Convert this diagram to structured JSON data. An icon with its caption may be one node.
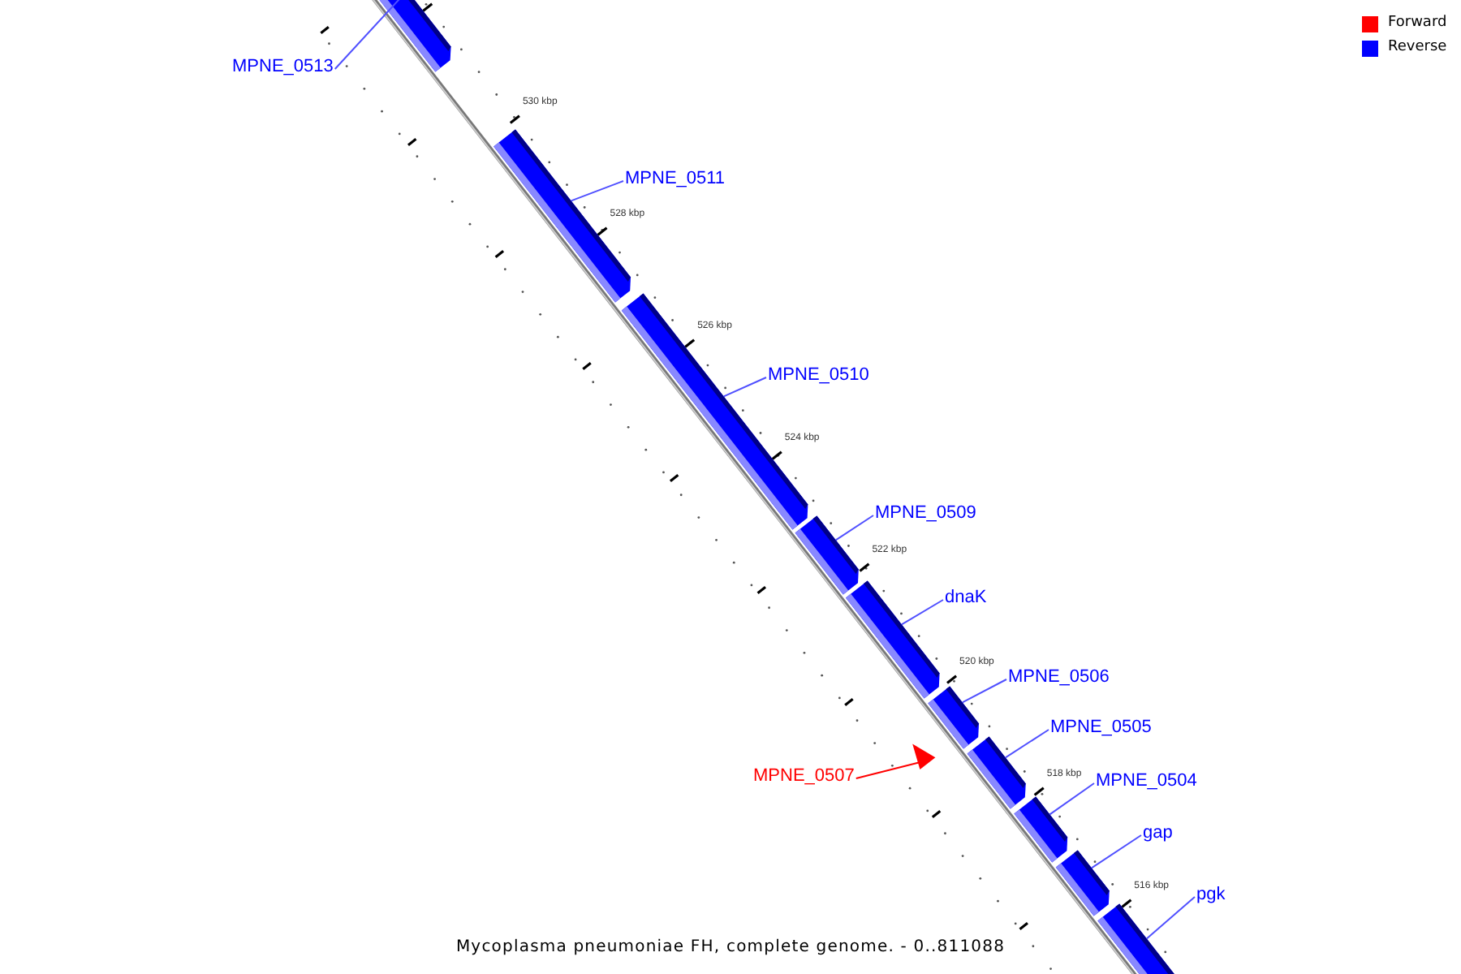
{
  "diagram": {
    "caption": "Mycoplasma pneumoniae FH, complete genome. - 0..811088",
    "nodes": [
      {
        "text": [
          "MPNE_0513"
        ]
      },
      {
        "text": [],
        "shape": "bar"
      },
      {
        "text": [
          "MPNE_0511"
        ]
      },
      {
        "text": [],
        "shape": "bar"
      },
      {
        "text": [
          "MPNE_0510"
        ]
      },
      {
        "text": [],
        "shape": "bar"
      },
      {
        "text": [
          "MPNE_0509"
        ]
      },
      {
        "text": [],
        "shape": "bar"
      },
      {
        "text": [
          "dnaK"
        ]
      },
      {
        "text": [],
        "shape": "bar"
      },
      {
        "text": [
          "MPNE_0506"
        ]
      },
      {
        "text": [],
        "shape": "bar"
      },
      {
        "text": [
          "MPNE_0505"
        ]
      },
      {
        "text": [],
        "shape": "bar"
      },
      {
        "text": [
          "MPNE_0507"
        ]
      },
      {
        "text": [],
        "shape": "bar"
      },
      {
        "text": [
          "MPNE_0504"
        ]
      },
      {
        "text": [],
        "shape": "bar"
      },
      {
        "text": [
          "gap"
        ]
      },
      {
        "text": [],
        "shape": "bar"
      },
      {
        "text": [
          "pgk"
        ]
      },
      {
        "text": [],
        "shape": "bar"
      }
    ],
    "edges": [
      {
        "from": 0,
        "to": 1,
        "arrow": "none"
      },
      {
        "from": 2,
        "to": 3,
        "arrow": "none"
      },
      {
        "from": 4,
        "to": 5,
        "arrow": "none"
      },
      {
        "from": 6,
        "to": 7,
        "arrow": "none"
      },
      {
        "from": 8,
        "to": 9,
        "arrow": "none"
      },
      {
        "from": 10,
        "to": 11,
        "arrow": "none"
      },
      {
        "from": 12,
        "to": 13,
        "arrow": "none"
      },
      {
        "from": 14,
        "to": 15,
        "arrow": "none",
        "color": "#ff0000"
      },
      {
        "from": 16,
        "to": 17,
        "arrow": "none"
      },
      {
        "from": 18,
        "to": 19,
        "arrow": "none"
      },
      {
        "from": 20,
        "to": 21,
        "arrow": "none"
      }
    ],
    "labels": [
      "530 kbp",
      "528 kbp",
      "526 kbp",
      "524 kbp",
      "522 kbp",
      "520 kbp",
      "518 kbp",
      "516 kbp"
    ],
    "legend": [
      {
        "text": "Forward",
        "color": "#ff0000"
      },
      {
        "text": "Reverse",
        "color": "#0000ff"
      }
    ]
  }
}
